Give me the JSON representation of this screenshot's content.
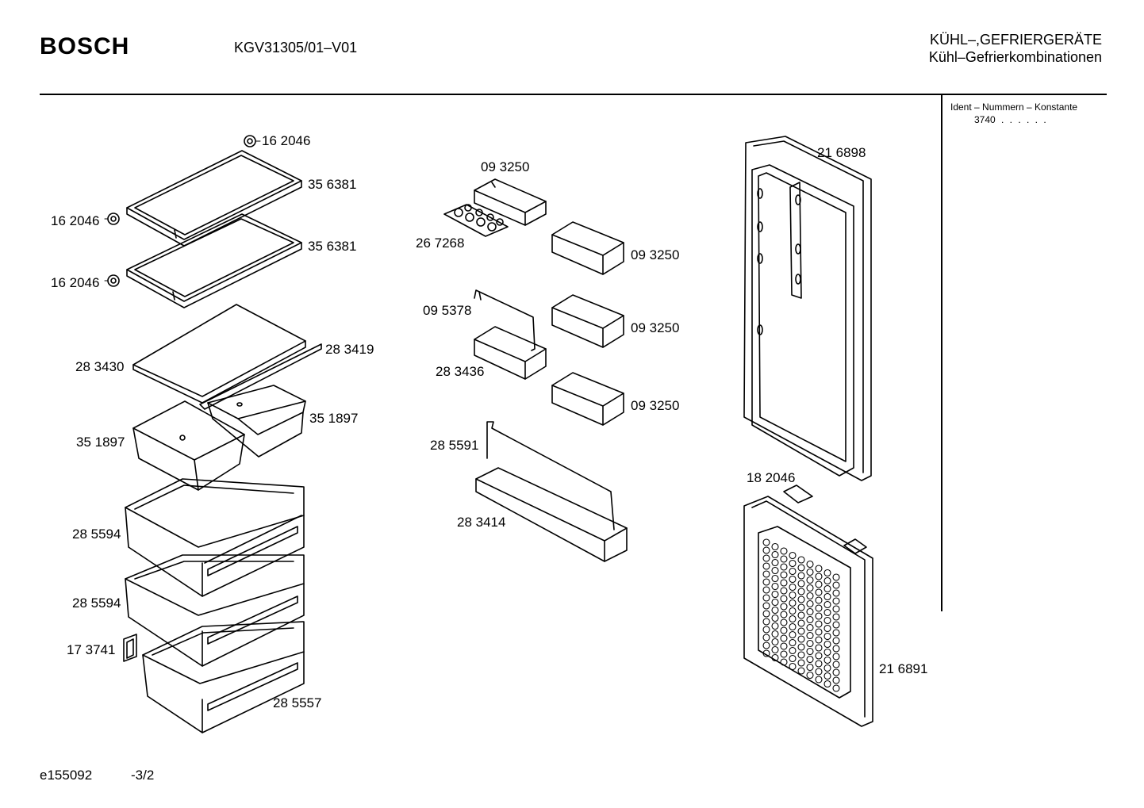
{
  "header": {
    "brand": "BOSCH",
    "model": "KGV31305/01–V01",
    "category": "KÜHL–,GEFRIERGERÄTE",
    "subcategory": "Kühl–Gefrierkombinationen"
  },
  "ident": {
    "heading": "Ident – Nummern – Konstante",
    "value": "3740",
    "dots": ". .   . . . ."
  },
  "parts": {
    "p162046_top": "16 2046",
    "p356381_a": "35 6381",
    "p162046_left_a": "16 2046",
    "p356381_b": "35 6381",
    "p162046_left_b": "16 2046",
    "p283430": "28 3430",
    "p283419": "28 3419",
    "p351897_right": "35 1897",
    "p351897_left": "35 1897",
    "p285594_a": "28 5594",
    "p285594_b": "28 5594",
    "p173741": "17 3741",
    "p285557": "28 5557",
    "p093250_top": "09 3250",
    "p267268": "26 7268",
    "p093250_a": "09 3250",
    "p095378": "09 5378",
    "p093250_b": "09 3250",
    "p283436": "28 3436",
    "p093250_c": "09 3250",
    "p285591": "28 5591",
    "p283414": "28 3414",
    "p216898": "21 6898",
    "p182046": "18 2046",
    "p216891": "21 6891"
  },
  "footer": {
    "drawing_id": "e155092",
    "page": "-3/2"
  }
}
